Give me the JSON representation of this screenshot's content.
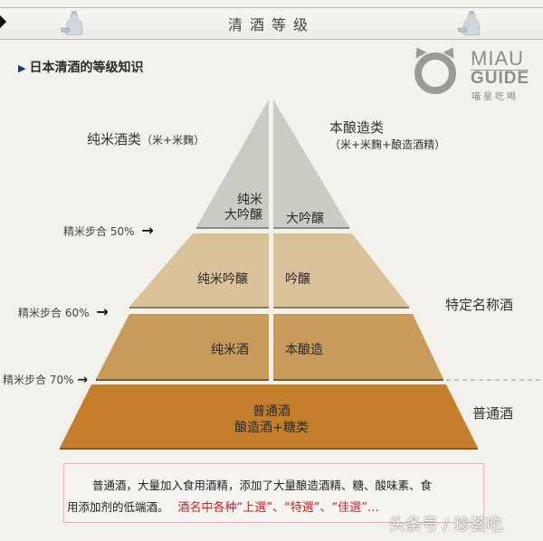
{
  "header": {
    "title": "清酒等级",
    "left_icon": "sake-bottle-icon",
    "right_icon": "sake-bottle-icon"
  },
  "subtitle": "日本清酒的等级知识",
  "logo": {
    "line1": "MIAU",
    "line2": "GUIDE",
    "line3": "喵星吃喝"
  },
  "categories": {
    "left_title": "纯米酒类",
    "left_detail": "（米+米麴）",
    "right_title": "本酿造类",
    "right_detail": "（米+米麴+酿造酒精）"
  },
  "pyramid": {
    "tiers": [
      {
        "left_label_1": "纯米",
        "left_label_2": "大吟醸",
        "right_label": "大吟醸",
        "color": "#cbcbc4"
      },
      {
        "left_label": "纯米吟醸",
        "right_label": "吟醸",
        "color": "#d9c19a"
      },
      {
        "left_label": "纯米酒",
        "right_label": "本酿造",
        "color": "#c89a5c"
      },
      {
        "label_1": "普通酒",
        "label_2": "酿造酒+糖类",
        "color": "#c57f2c"
      }
    ],
    "polish_ratios": [
      {
        "label": "精米步合 50%",
        "arrow": "→"
      },
      {
        "label": "精米步合 60%",
        "arrow": "→"
      },
      {
        "label": "精米步合 70%",
        "arrow": "→"
      }
    ],
    "side_labels": {
      "special": "特定名称酒",
      "ordinary": "普通酒"
    }
  },
  "note": {
    "line1": "普通酒，大量加入食用酒精，添加了大量酿造酒精、糖、酸味素、食",
    "line2": "用添加剂的低端酒。",
    "highlight": "酒名中各种“上選”、“特選”、“佳選”…",
    "border_color": "#e7b2b2",
    "highlight_color": "#c4202a"
  },
  "watermark": "头条号 / 珍荟吃"
}
